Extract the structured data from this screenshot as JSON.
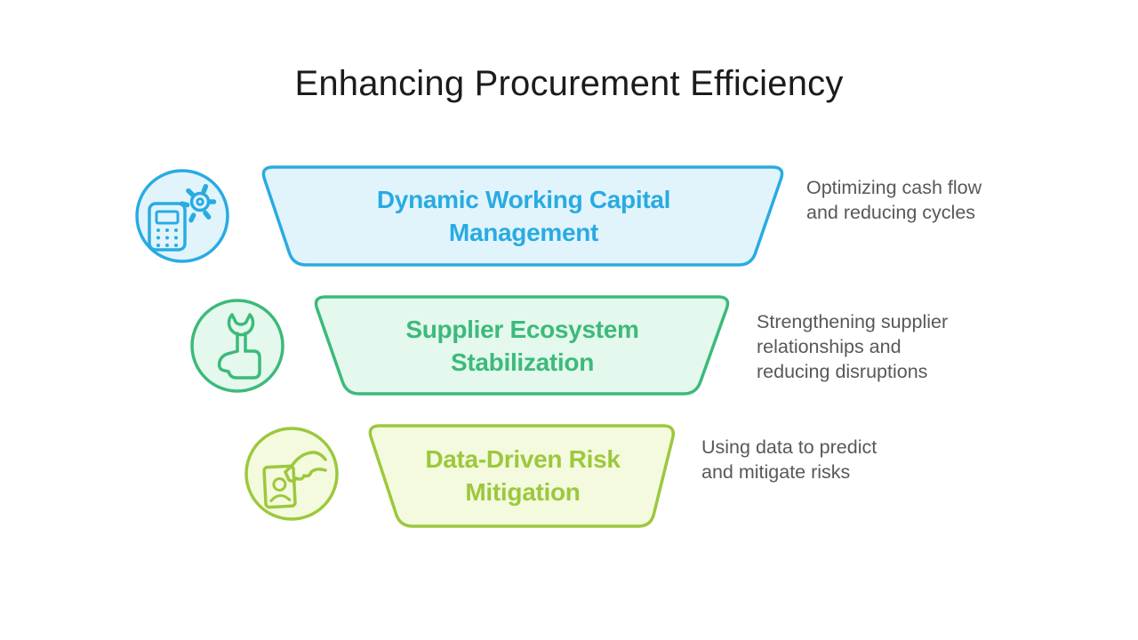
{
  "title": "Enhancing Procurement Efficiency",
  "colors": {
    "background": "#FFFFFF",
    "title_text": "#1B1B1B",
    "description_text": "#57585A",
    "blue_accent": "#29ABE2",
    "blue_fill": "#E1F4FC",
    "green_accent": "#3CBA7A",
    "green_fill": "#E4F8ED",
    "lime_accent": "#9CC83D",
    "lime_fill": "#F4FADE"
  },
  "stages": [
    {
      "name": "dynamic-working-capital-management",
      "label": "Dynamic Working Capital Management",
      "label_lines": [
        "Dynamic Working Capital",
        "Management"
      ],
      "description": "Optimizing cash flow and reducing cycles",
      "description_lines": [
        "Optimizing cash flow",
        "and reducing cycles"
      ],
      "icon": "calculator-gear-icon",
      "accent": "#29ABE2",
      "fill": "#E1F4FC"
    },
    {
      "name": "supplier-ecosystem-stabilization",
      "label": "Supplier Ecosystem Stabilization",
      "label_lines": [
        "Supplier Ecosystem",
        "Stabilization"
      ],
      "description": "Strengthening supplier relationships and reducing disruptions",
      "description_lines": [
        "Strengthening supplier",
        "relationships and",
        "reducing disruptions"
      ],
      "icon": "wrench-hand-icon",
      "accent": "#3CBA7A",
      "fill": "#E4F8ED"
    },
    {
      "name": "data-driven-risk-mitigation",
      "label": "Data-Driven Risk Mitigation",
      "label_lines": [
        "Data-Driven Risk",
        "Mitigation"
      ],
      "description": "Using data to predict and mitigate risks",
      "description_lines": [
        "Using data to predict",
        "and mitigate risks"
      ],
      "icon": "id-card-hand-icon",
      "accent": "#9CC83D",
      "fill": "#F4FADE"
    }
  ]
}
